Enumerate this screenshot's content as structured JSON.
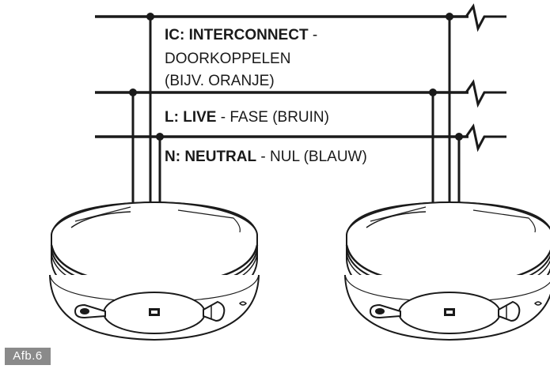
{
  "wires": {
    "interconnect": {
      "code": "IC: INTERCONNECT",
      "separator": " - ",
      "line1": "DOORKOPPELEN",
      "line2": "(BIJV. ORANJE)"
    },
    "live": {
      "code": "L: LIVE",
      "separator": " - ",
      "desc": "FASE (BRUIN)"
    },
    "neutral": {
      "code": "N: NEUTRAL",
      "separator": " - ",
      "desc": "NUL (BLAUW)"
    }
  },
  "figure_label": "Afb.6",
  "colors": {
    "line": "#1a1a1a",
    "figure_label_bg": "#8a8a8a"
  },
  "icons": [
    "smoke-detector-icon",
    "wire-break-icon"
  ]
}
